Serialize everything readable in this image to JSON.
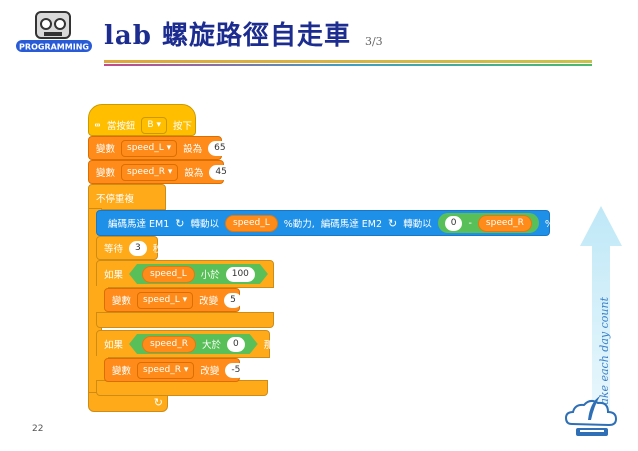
{
  "header": {
    "logo_text": "PROGRAMMING",
    "title": "lab 螺旋路徑自走車",
    "page_fraction": "3/3"
  },
  "script": {
    "when_button": {
      "prefix": "當按鈕",
      "button": "B",
      "suffix": "按下"
    },
    "set1": {
      "label": "變數",
      "var": "speed_L",
      "to": "設為",
      "value": "65"
    },
    "set2": {
      "label": "變數",
      "var": "speed_R",
      "to": "設為",
      "value": "45"
    },
    "forever": {
      "label": "不停重複"
    },
    "motors": {
      "m1": "編碼馬達 EM1",
      "m1_action": "轉動以",
      "m1_value": "speed_L",
      "m1_unit": "%動力,",
      "m2": "編碼馬達 EM2",
      "m2_action": "轉動以",
      "m2_left": "0",
      "m2_op": "-",
      "m2_right": "speed_R",
      "m2_unit": "%動力"
    },
    "wait": {
      "label": "等待",
      "value": "3",
      "unit": "秒"
    },
    "if1": {
      "if": "如果",
      "var": "speed_L",
      "op": "小於",
      "value": "100",
      "then": "那麼"
    },
    "change1": {
      "label": "變數",
      "var": "speed_L",
      "action": "改變",
      "value": "5"
    },
    "if2": {
      "if": "如果",
      "var": "speed_R",
      "op": "大於",
      "value": "0",
      "then": "那麼"
    },
    "change2": {
      "label": "變數",
      "var": "speed_R",
      "action": "改變",
      "value": "-5"
    }
  },
  "side": {
    "slogan": "Make each day count"
  },
  "footer": {
    "slide_number": "22"
  },
  "colors": {
    "event": "#ffbf00",
    "variables": "#ff8c1a",
    "control": "#ffab19",
    "extension": "#1e90e8",
    "operators": "#59c059",
    "title": "#1c2d8f"
  }
}
